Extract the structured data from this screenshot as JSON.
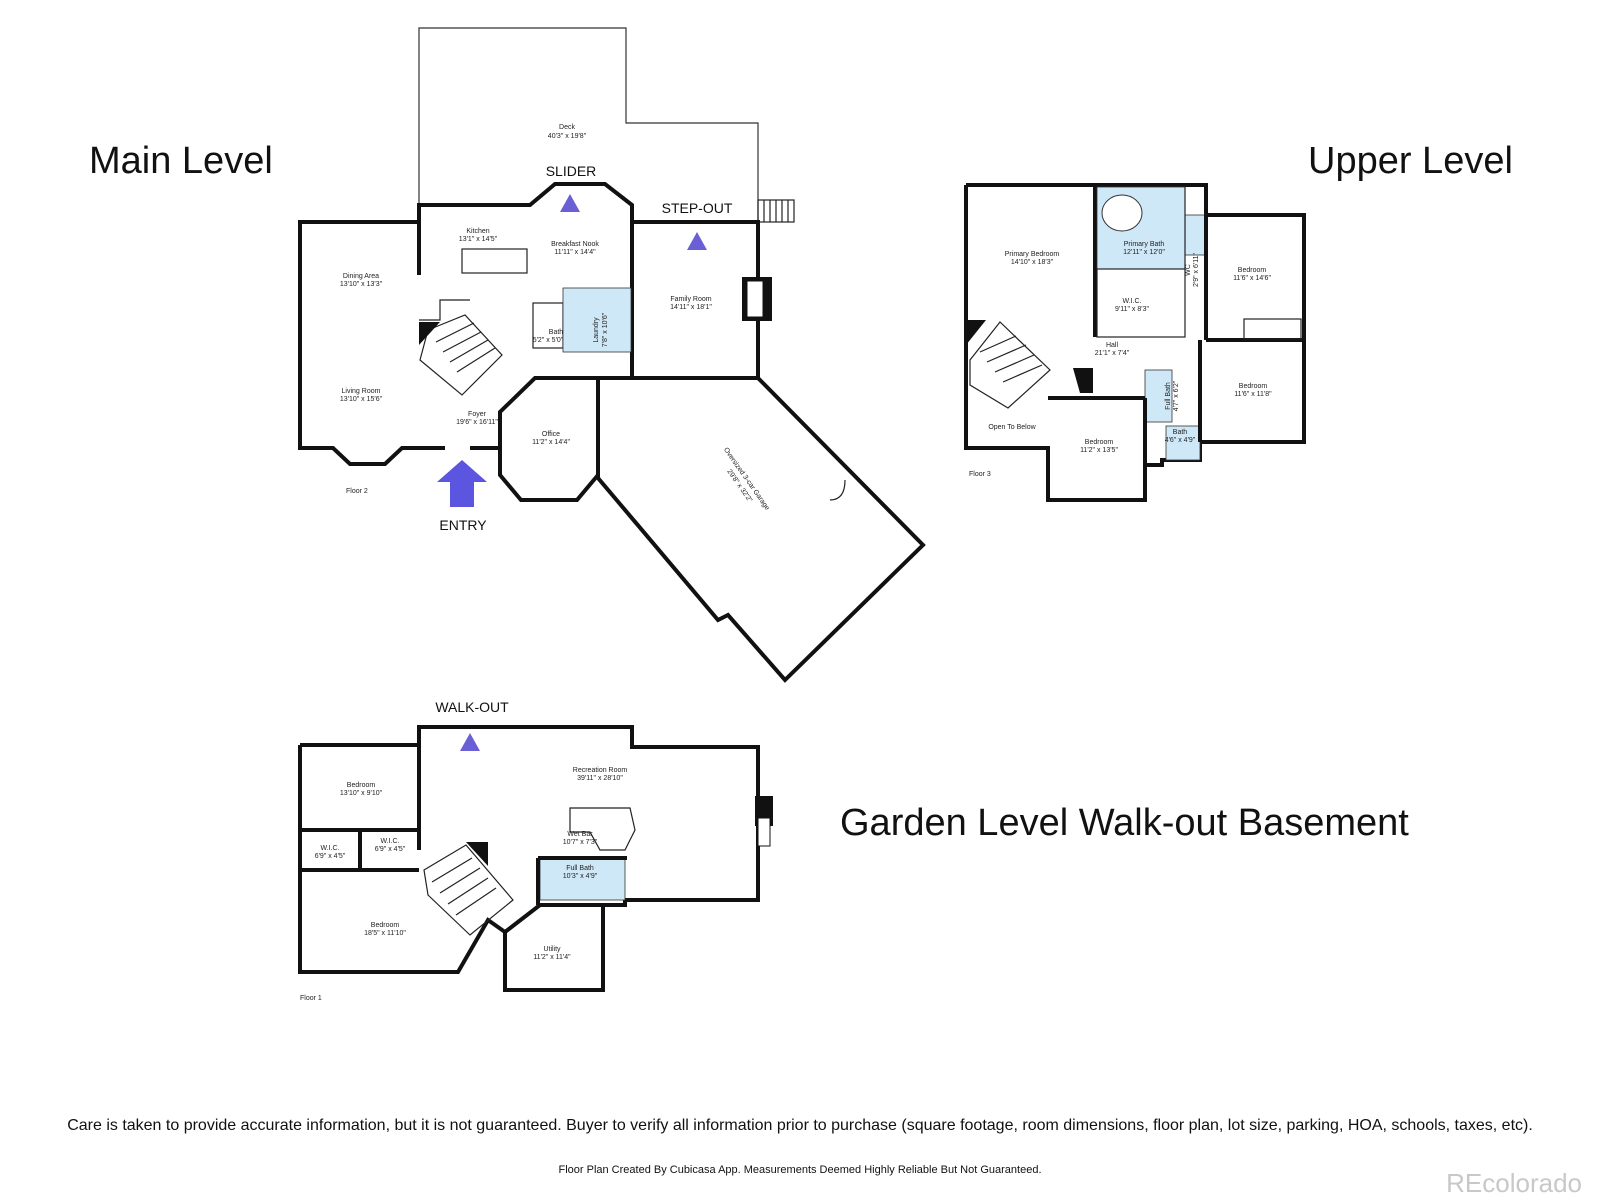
{
  "levels": {
    "main": "Main Level",
    "upper": "Upper Level",
    "garden": "Garden Level Walk-out Basement"
  },
  "markers": {
    "slider": "SLIDER",
    "step_out": "STEP-OUT",
    "entry": "ENTRY",
    "walk_out": "WALK-OUT"
  },
  "floors": {
    "floor2": "Floor 2",
    "floor3": "Floor 3",
    "floor1": "Floor 1"
  },
  "rooms": {
    "main": [
      {
        "name": "Deck",
        "dim": "40'3\" x 19'8\""
      },
      {
        "name": "Kitchen",
        "dim": "13'1\" x 14'5\""
      },
      {
        "name": "Breakfast Nook",
        "dim": "11'11\" x 14'4\""
      },
      {
        "name": "Dining Area",
        "dim": "13'10\" x 13'3\""
      },
      {
        "name": "Family Room",
        "dim": "14'11\" x 18'1\""
      },
      {
        "name": "Bath",
        "dim": "5'2\" x 5'0\""
      },
      {
        "name": "Laundry",
        "dim": "7'8\" x 10'6\""
      },
      {
        "name": "Living Room",
        "dim": "13'10\" x 15'6\""
      },
      {
        "name": "Foyer",
        "dim": "19'6\" x 16'11\""
      },
      {
        "name": "Office",
        "dim": "11'2\" x 14'4\""
      },
      {
        "name": "Oversized 3-car Garage",
        "dim": "29'8\" x 32'2\""
      }
    ],
    "upper": [
      {
        "name": "Primary Bedroom",
        "dim": "14'10\" x 18'3\""
      },
      {
        "name": "Primary Bath",
        "dim": "12'11\" x 12'0\""
      },
      {
        "name": "WC",
        "dim": "2'9\" x 6'11\""
      },
      {
        "name": "Bedroom",
        "dim": "11'6\" x 14'6\""
      },
      {
        "name": "W.I.C.",
        "dim": "9'11\" x 8'3\""
      },
      {
        "name": "Hall",
        "dim": "21'1\" x 7'4\""
      },
      {
        "name": "Full Bath",
        "dim": "4'7\" x 6'2\""
      },
      {
        "name": "Bedroom",
        "dim": "11'6\" x 11'8\""
      },
      {
        "name": "Open To Below",
        "dim": ""
      },
      {
        "name": "Bedroom",
        "dim": "11'2\" x 13'5\""
      },
      {
        "name": "Bath",
        "dim": "4'6\" x 4'9\""
      }
    ],
    "garden": [
      {
        "name": "Bedroom",
        "dim": "13'10\" x 9'10\""
      },
      {
        "name": "Recreation Room",
        "dim": "39'11\" x 28'10\""
      },
      {
        "name": "W.I.C.",
        "dim": "6'9\" x 4'5\""
      },
      {
        "name": "W.I.C.",
        "dim": "6'9\" x 4'5\""
      },
      {
        "name": "Wet Bar",
        "dim": "10'7\" x 7'3\""
      },
      {
        "name": "Full Bath",
        "dim": "10'3\" x 4'9\""
      },
      {
        "name": "Bedroom",
        "dim": "18'5\" x 11'10\""
      },
      {
        "name": "Utility",
        "dim": "11'2\" x 11'4\""
      }
    ]
  },
  "footer": {
    "disclaimer": "Care is taken to provide accurate information, but it is not guaranteed. Buyer to verify all information prior to purchase (square footage, room dimensions, floor plan, lot size, parking, HOA, schools, taxes, etc).",
    "credit": "Floor Plan Created By Cubicasa App. Measurements Deemed Highly Reliable But Not Guaranteed.",
    "watermark": "REcolorado"
  },
  "colors": {
    "marker_fill": "#6b5fd6",
    "wet_room_fill": "#cfe8f7"
  }
}
